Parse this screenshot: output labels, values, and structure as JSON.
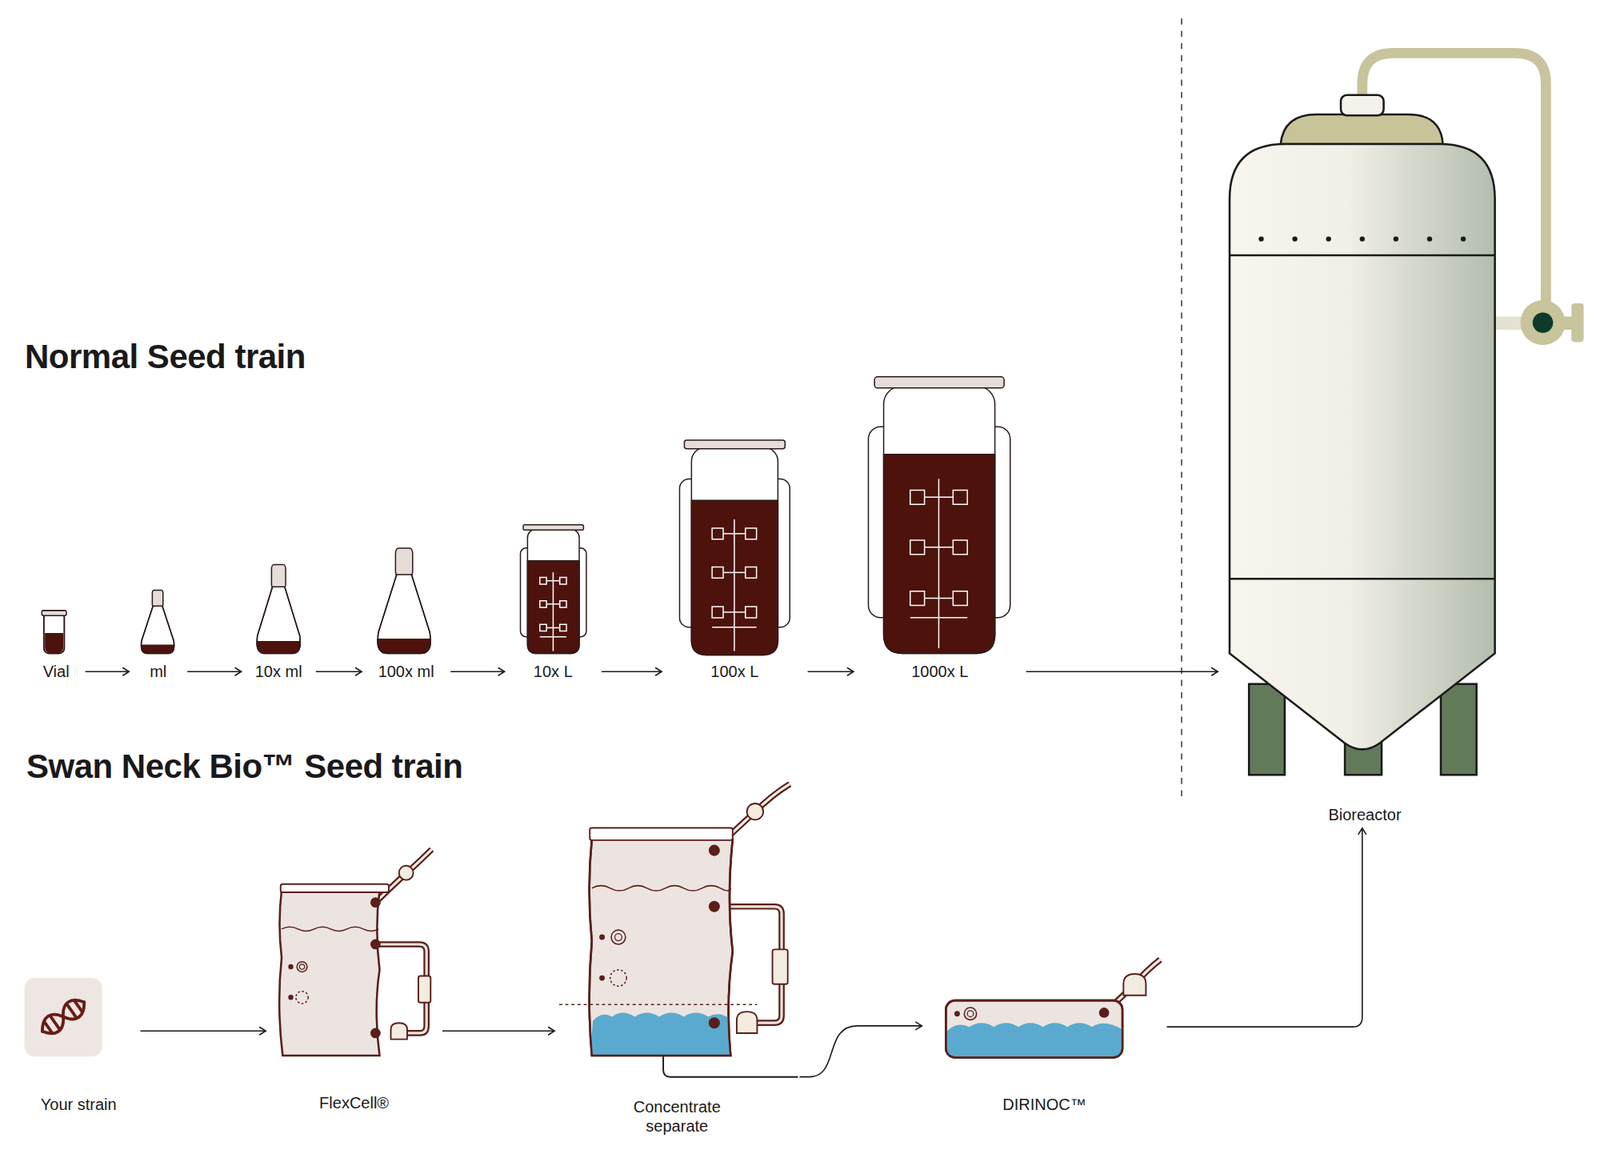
{
  "diagram": {
    "nodes": [
      {
        "text": [
          "Vial"
        ]
      },
      {
        "text": [
          "ml"
        ]
      },
      {
        "text": [
          "10x ml"
        ]
      },
      {
        "text": [
          "100x ml"
        ]
      },
      {
        "text": [
          "10x L"
        ]
      },
      {
        "text": [
          "100x L"
        ]
      },
      {
        "text": [
          "1000x L"
        ]
      },
      {
        "text": [
          "Bioreactor"
        ]
      },
      {
        "text": [
          "Your strain"
        ]
      },
      {
        "text": [
          "FlexCell®"
        ]
      },
      {
        "text": [
          "Concentrate separate"
        ]
      },
      {
        "text": [
          "DIRINOC™"
        ]
      }
    ],
    "edges": [
      {
        "from": 0,
        "to": 1,
        "arrow": "to"
      },
      {
        "from": 1,
        "to": 2,
        "arrow": "to"
      },
      {
        "from": 2,
        "to": 3,
        "arrow": "to"
      },
      {
        "from": 3,
        "to": 4,
        "arrow": "to"
      },
      {
        "from": 4,
        "to": 5,
        "arrow": "to"
      },
      {
        "from": 5,
        "to": 6,
        "arrow": "to"
      },
      {
        "from": 6,
        "to": 7,
        "arrow": "to"
      },
      {
        "from": 8,
        "to": 9,
        "arrow": "to"
      },
      {
        "from": 9,
        "to": 10,
        "arrow": "to"
      },
      {
        "from": 10,
        "to": 11,
        "arrow": "to"
      },
      {
        "from": 11,
        "to": 7,
        "arrow": "to"
      }
    ],
    "labels": [
      "Normal Seed train",
      "Swan Neck Bio™ Seed train"
    ]
  }
}
